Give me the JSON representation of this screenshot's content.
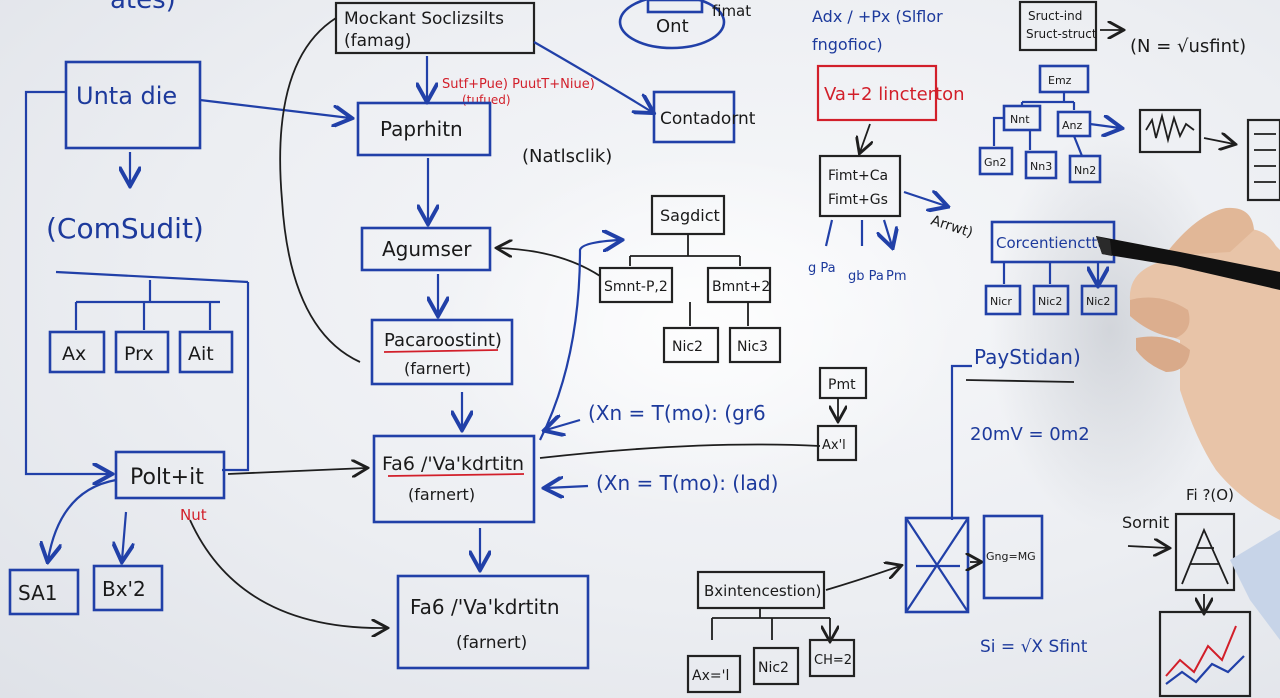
{
  "labels": {
    "top_left_fragment": "ates)",
    "mockant": "Mockant Soclizsilts",
    "mockant_sub": "(famag)",
    "ont": "Ont",
    "fimat": "fimat",
    "adx": "Adx / +Px (Slflor",
    "fngofioc": "fngofioc)",
    "struct_top": "Sruct-ind",
    "struct_top2": "Sruct-struct",
    "n_formula": "(N = √usfint)",
    "red_notes1": "Sutf+Pue) PuutT+Niue)",
    "red_notes2": "(tufued)",
    "unta": "Unta die",
    "paprhitn": "Paprhitn",
    "contadornt": "Contadornt",
    "va_lincterton": "Va+2 lincterton",
    "natl": "(Natlsclik)",
    "comsudit": "(ComSudit)",
    "ax": "Ax",
    "prx": "Prx",
    "ait": "Ait",
    "agumser": "Agumser",
    "sagdict": "Sagdict",
    "smnt": "Smnt-P,2",
    "bmnt": "Bmnt+2",
    "nic2_mid": "Nic2",
    "nic3_mid": "Nic3",
    "fimt": "Fimt+Ca",
    "fimt2": "Fimt+Gs",
    "gpa1": "g Pa",
    "gpa2": "gb Pa",
    "pm": "Pm",
    "arrowlabel": "Arrwt)",
    "corcent": "Corcentiencttun",
    "nicr": "Nicr",
    "nic2_r1": "Nic2",
    "nic2_r2": "Nic2",
    "emz": "Emz",
    "nnt": "Nnt",
    "anz": "Anz",
    "gn2": "Gn2",
    "nn3": "Nn3",
    "nn2": "Nn2",
    "pacaroostint": "Pacaroostint)",
    "pacaroostint_sub": "(farnert)",
    "pmt": "Pmt",
    "axl": "Ax'l",
    "paystidan": "PayStidan)",
    "eq20": "20mV = 0m2",
    "xn1": "(Xn = T(mo): (gr6",
    "xn2": "(Xn = T(mo): (lad)",
    "polt": "Polt+it",
    "nut": "Nut",
    "fa_box": "Fa6 /'Va'kdrtitn",
    "fa_box_sub": "(farnert)",
    "fa_box2": "Fa6 /'Va'kdrtitn",
    "fa_box2_sub": "(farnert)",
    "sa1": "SA1",
    "bx2": "Bx'2",
    "bxinten": "Bxintencestion)",
    "ax1b": "Ax='l",
    "nic2b": "Nic2",
    "ch2": "CH=2",
    "gng": "Gng=MG",
    "si": "Si = √X Sfint",
    "sornit": "Sornit",
    "fit": "Fi ?(O)"
  }
}
